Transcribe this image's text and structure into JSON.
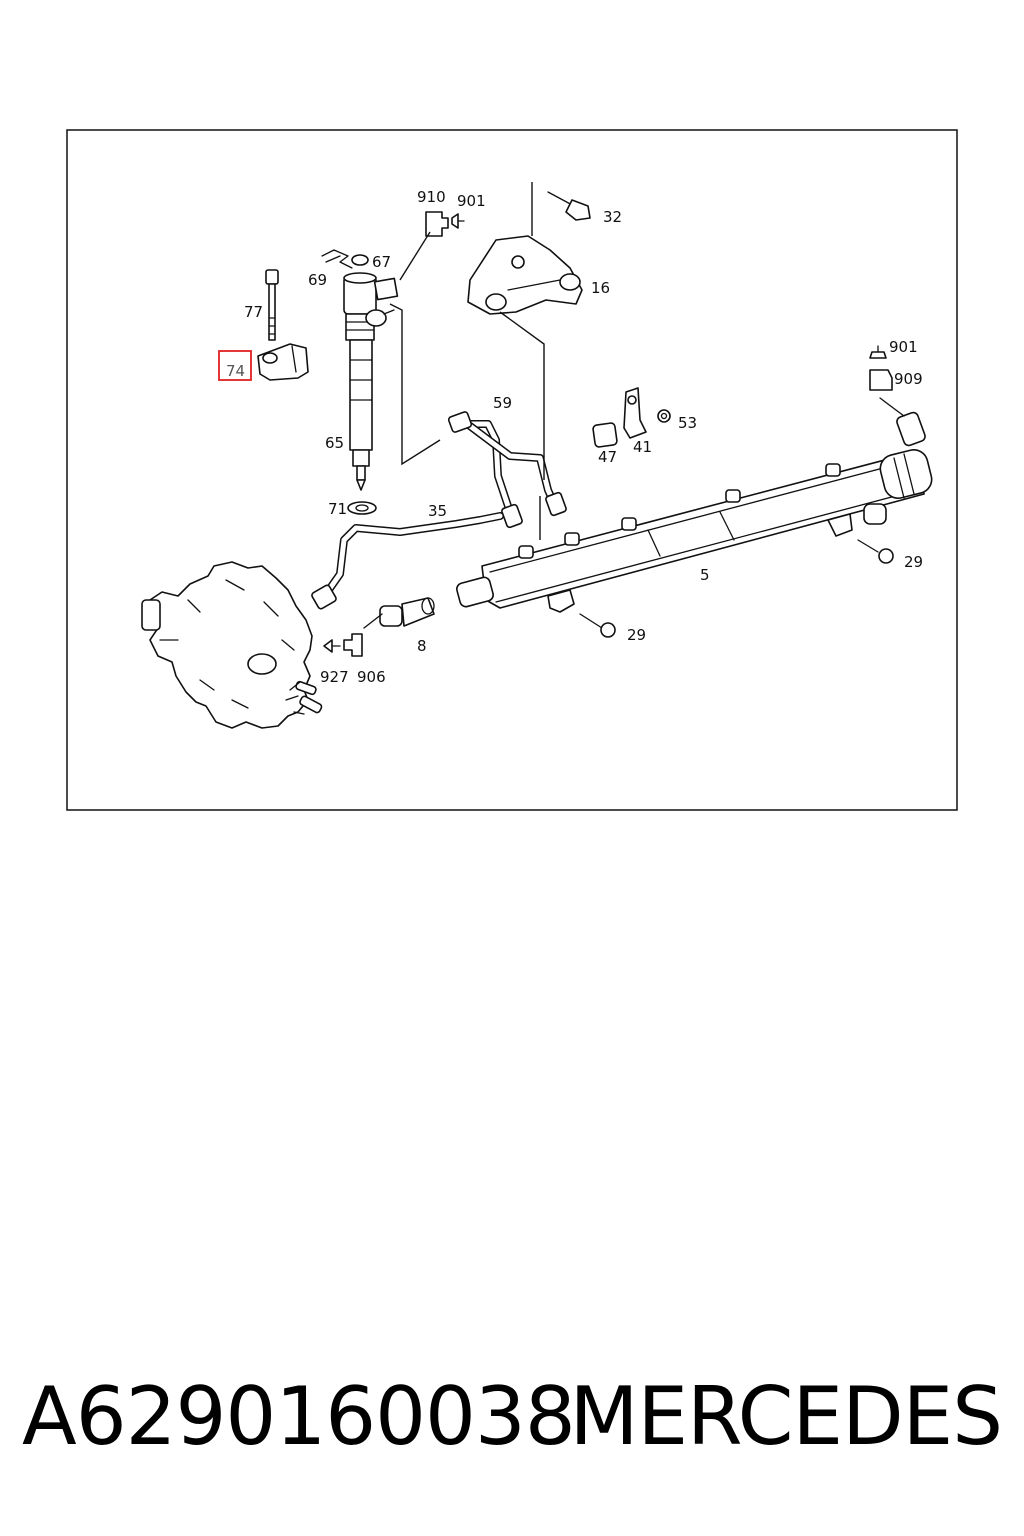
{
  "diagram": {
    "callouts": {
      "c910": "910",
      "c901a": "901",
      "c32": "32",
      "c67": "67",
      "c69": "69",
      "c16": "16",
      "c77": "77",
      "c74": "74",
      "c59": "59",
      "c53": "53",
      "c65": "65",
      "c47": "47",
      "c41": "41",
      "c901b": "901",
      "c909": "909",
      "c71": "71",
      "c35": "35",
      "c5": "5",
      "c29a": "29",
      "c29b": "29",
      "c8": "8",
      "c927": "927",
      "c906": "906"
    },
    "highlighted_callout": "74",
    "highlight_color": "#e02020"
  },
  "footer": {
    "part_number": "A6290160038",
    "brand": "MERCEDES"
  }
}
